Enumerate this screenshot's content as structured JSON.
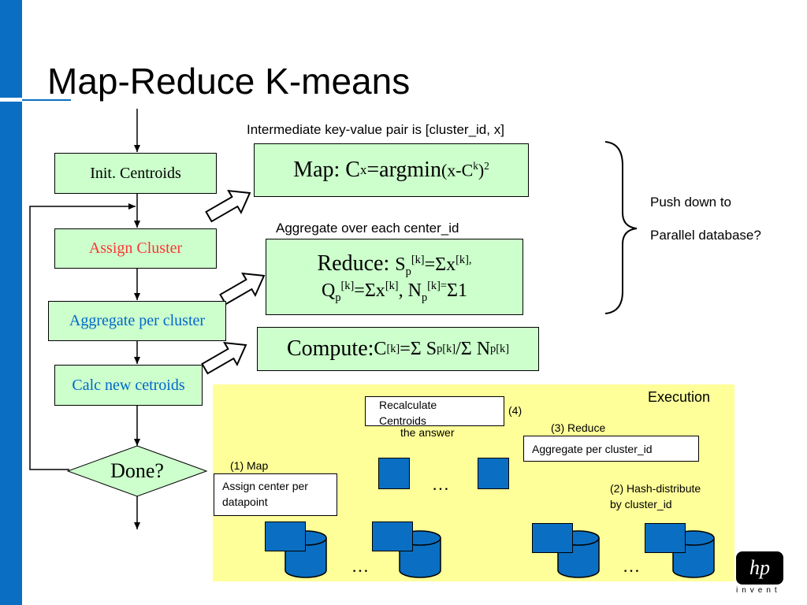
{
  "slide": {
    "title": "Map-Reduce K-means"
  },
  "flowchart": {
    "init": "Init. Centroids",
    "assign": "Assign Cluster",
    "aggregate": "Aggregate per cluster",
    "calc": "Calc new cetroids",
    "done": "Done?"
  },
  "phases": {
    "map_note": "Intermediate key-value pair is  [cluster_id, x]",
    "map_prefix": "Map: C",
    "map_sub": "x",
    "map_mid": "=argmin ",
    "map_small": "(x-C",
    "map_sup": "k",
    "map_close": ")",
    "map_sq": "2",
    "reduce_note": "Aggregate over each center_id",
    "reduce_label": "Reduce: ",
    "reduce_line1": "S",
    "reduce_p1": "p",
    "reduce_k1": "[k]",
    "reduce_eq1": "=Σx",
    "reduce_k2": "[k],",
    "reduce_line2_q": "Q",
    "reduce_p2": "p",
    "reduce_k3": "[k]",
    "reduce_eq2": "=Σx",
    "reduce_k4": "[k]",
    "reduce_n": ", N",
    "reduce_p3": "p",
    "reduce_k5": "[k]=",
    "reduce_sum1": "Σ1",
    "compute_label": "Compute: ",
    "compute_c": "C",
    "compute_k1": "[k]",
    "compute_eq": "=Σ S",
    "compute_p1": "p",
    "compute_k2": "[k]",
    "compute_div": " /Σ N",
    "compute_p2": "p",
    "compute_k3": "[k]"
  },
  "side_note": {
    "line1": "Push down to",
    "line2": "Parallel database?"
  },
  "execution": {
    "title": "Execution",
    "recalc_line1": "Recalculate",
    "recalc_line2": "Centroids",
    "answer": "the answer",
    "step4": "(4)",
    "step3": "(3) Reduce",
    "reduce_box": "Aggregate per cluster_id",
    "step1": "(1) Map",
    "map_box_line1": "Assign center per",
    "map_box_line2": "datapoint",
    "step2_line1": "(2) Hash-distribute",
    "step2_line2": "by cluster_id",
    "ellipsis_top": "…",
    "ellipsis_left": "…",
    "ellipsis_right": "…"
  },
  "logo": {
    "mark": "hp",
    "tagline": "invent"
  },
  "colors": {
    "accent_blue": "#0a6fc2",
    "flow_box_fill": "#ccffcc",
    "execution_fill": "#ffff99",
    "assign_text": "#ff3333",
    "aggregate_text": "#0066cc"
  }
}
